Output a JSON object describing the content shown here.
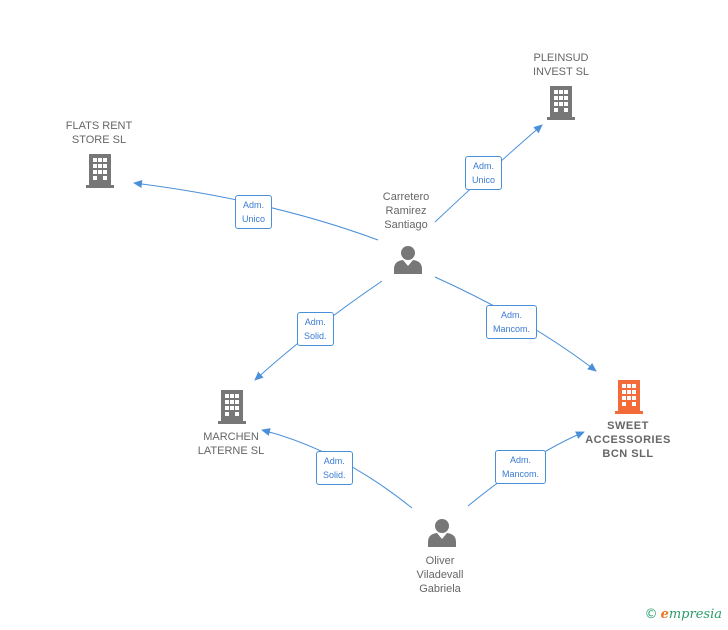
{
  "colors": {
    "edge": "#4a90d9",
    "company": "#777777",
    "company_highlight": "#f26b38",
    "person": "#777777"
  },
  "nodes": {
    "pleinsud": {
      "line1": "PLEINSUD",
      "line2": "INVEST  SL",
      "icon": "building-icon"
    },
    "flats": {
      "line1": "FLATS RENT",
      "line2": "STORE  SL",
      "icon": "building-icon"
    },
    "carretero": {
      "line1": "Carretero",
      "line2": "Ramirez",
      "line3": "Santiago",
      "icon": "person-icon"
    },
    "marchen": {
      "line1": "MARCHEN",
      "line2": "LATERNE SL",
      "icon": "building-icon"
    },
    "sweet": {
      "line1": "SWEET",
      "line2": "ACCESSORIES",
      "line3": "BCN  SLL",
      "icon": "building-icon"
    },
    "oliver": {
      "line1": "Oliver",
      "line2": "Viladevall",
      "line3": "Gabriela",
      "icon": "person-icon"
    }
  },
  "edges": {
    "e1": {
      "line1": "Adm.",
      "line2": "Unico"
    },
    "e2": {
      "line1": "Adm.",
      "line2": "Unico"
    },
    "e3": {
      "line1": "Adm.",
      "line2": "Solid."
    },
    "e4": {
      "line1": "Adm.",
      "line2": "Mancom."
    },
    "e5": {
      "line1": "Adm.",
      "line2": "Solid."
    },
    "e6": {
      "line1": "Adm.",
      "line2": "Mancom."
    }
  },
  "brand": {
    "copyright": "©",
    "initial": "e",
    "name": "mpresia"
  }
}
